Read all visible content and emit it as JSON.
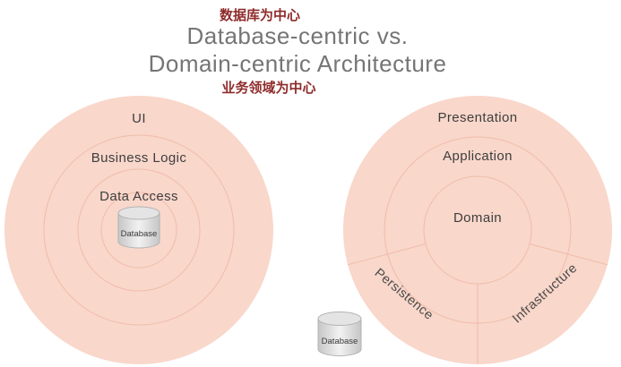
{
  "header": {
    "annotation_top": "数据库为中心",
    "title_line1": "Database-centric vs.",
    "title_line2": "Domain-centric Architecture",
    "annotation_bottom": "业务领域为中心"
  },
  "left_diagram": {
    "rings": {
      "outer": "UI",
      "middle": "Business Logic",
      "inner": "Data Access"
    },
    "database_label": "Database"
  },
  "right_diagram": {
    "rings": {
      "outer": "Presentation",
      "middle": "Application",
      "center": "Domain"
    },
    "sectors": {
      "bottom_left": "Persistence",
      "bottom_right": "Infrastructure"
    },
    "database_label": "Database"
  },
  "colors": {
    "circle_fill": "#f9d7cb",
    "ring_stroke": "#f0bca9",
    "label_text": "#3e3e3e",
    "title_text": "#757575",
    "annotation_text": "#8f2b2b",
    "cylinder_gray": "#c6c6c6"
  }
}
